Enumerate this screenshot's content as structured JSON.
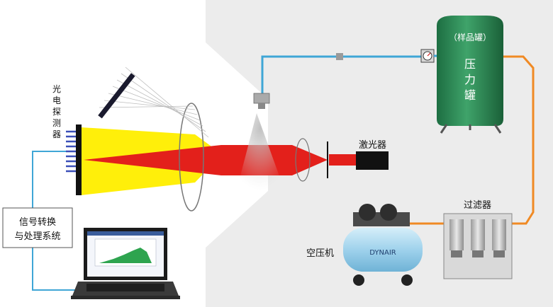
{
  "labels": {
    "detector": [
      "光",
      "电",
      "探",
      "测",
      "器"
    ],
    "signal_box": [
      "信号转换",
      "与处理系统"
    ],
    "laser": "激光器",
    "tank_top": "（样品罐）",
    "tank_body": [
      "压",
      "力",
      "罐"
    ],
    "filter": "过滤器",
    "compressor": "空压机",
    "compressor_brand": "DYNAIR"
  },
  "colors": {
    "laser_beam": "#e3201b",
    "scattered_light": "#ffef0a",
    "tank": "#2f8f5a",
    "pipe_blue": "#3fa6d6",
    "pipe_orange": "#f08a24",
    "background_panel": "#ececec",
    "compressor_body": "#a9d8ef"
  }
}
